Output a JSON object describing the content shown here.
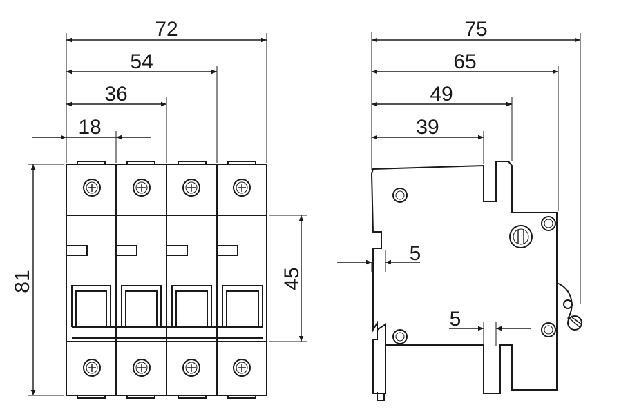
{
  "front_view": {
    "width_labels": [
      "72",
      "54",
      "36",
      "18"
    ],
    "height_label": "81",
    "inner_height_label": "45"
  },
  "side_view": {
    "depth_labels": [
      "75",
      "65",
      "49",
      "39"
    ],
    "rail_left_label": "5",
    "rail_bottom_label": "5"
  }
}
